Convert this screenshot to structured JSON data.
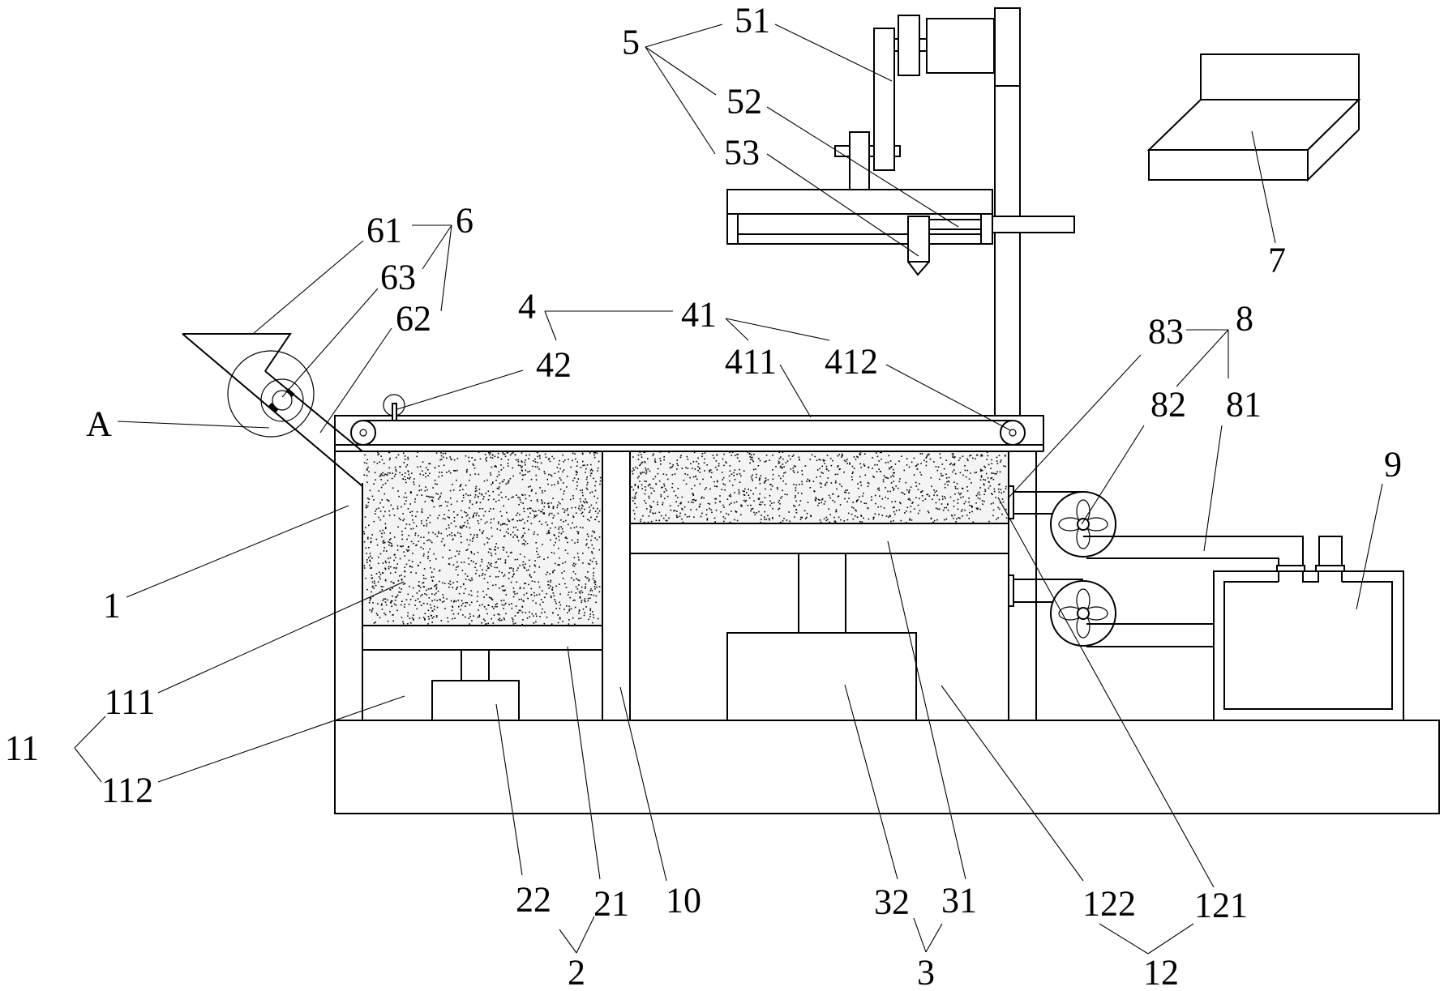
{
  "figure": {
    "kind": "mechanical patent drawing (side view)",
    "line_color": "#000000",
    "background_color": "#ffffff",
    "hatch": "diagonal 45deg (base, wall)",
    "texture": "stipple (sand/filter material)"
  },
  "labels": {
    "n1": "1",
    "n2": "2",
    "n3": "3",
    "n4": "4",
    "n5": "5",
    "n6": "6",
    "n7": "7",
    "n8": "8",
    "n9": "9",
    "n10": "10",
    "n11": "11",
    "n12": "12",
    "n21": "21",
    "n22": "22",
    "n31": "31",
    "n32": "32",
    "n41": "41",
    "n42": "42",
    "n51": "51",
    "n52": "52",
    "n53": "53",
    "n61": "61",
    "n62": "62",
    "n63": "63",
    "n81": "81",
    "n82": "82",
    "n83": "83",
    "n111": "111",
    "n112": "112",
    "n121": "121",
    "n122": "122",
    "n411": "411",
    "n412": "412",
    "nA": "A"
  },
  "groups": [
    {
      "parent": "2",
      "children": [
        "22",
        "21"
      ]
    },
    {
      "parent": "3",
      "children": [
        "32",
        "31"
      ]
    },
    {
      "parent": "4",
      "children": [
        "41",
        "42"
      ]
    },
    {
      "parent": "41",
      "children": [
        "411",
        "412"
      ]
    },
    {
      "parent": "5",
      "children": [
        "51",
        "52",
        "53"
      ]
    },
    {
      "parent": "6",
      "children": [
        "61",
        "63",
        "62"
      ]
    },
    {
      "parent": "8",
      "children": [
        "83",
        "82",
        "81"
      ]
    },
    {
      "parent": "11",
      "children": [
        "111",
        "112"
      ]
    },
    {
      "parent": "12",
      "children": [
        "122",
        "121"
      ]
    }
  ]
}
